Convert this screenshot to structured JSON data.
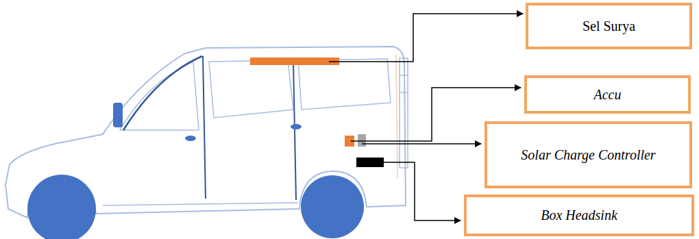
{
  "diagram": {
    "nodes": [
      {
        "text": [
          "Sel Surya"
        ]
      },
      {
        "text": [
          "Accu"
        ]
      },
      {
        "text": [
          "Solar Charge Controller"
        ]
      },
      {
        "text": [
          "Box Headsink"
        ]
      }
    ]
  }
}
